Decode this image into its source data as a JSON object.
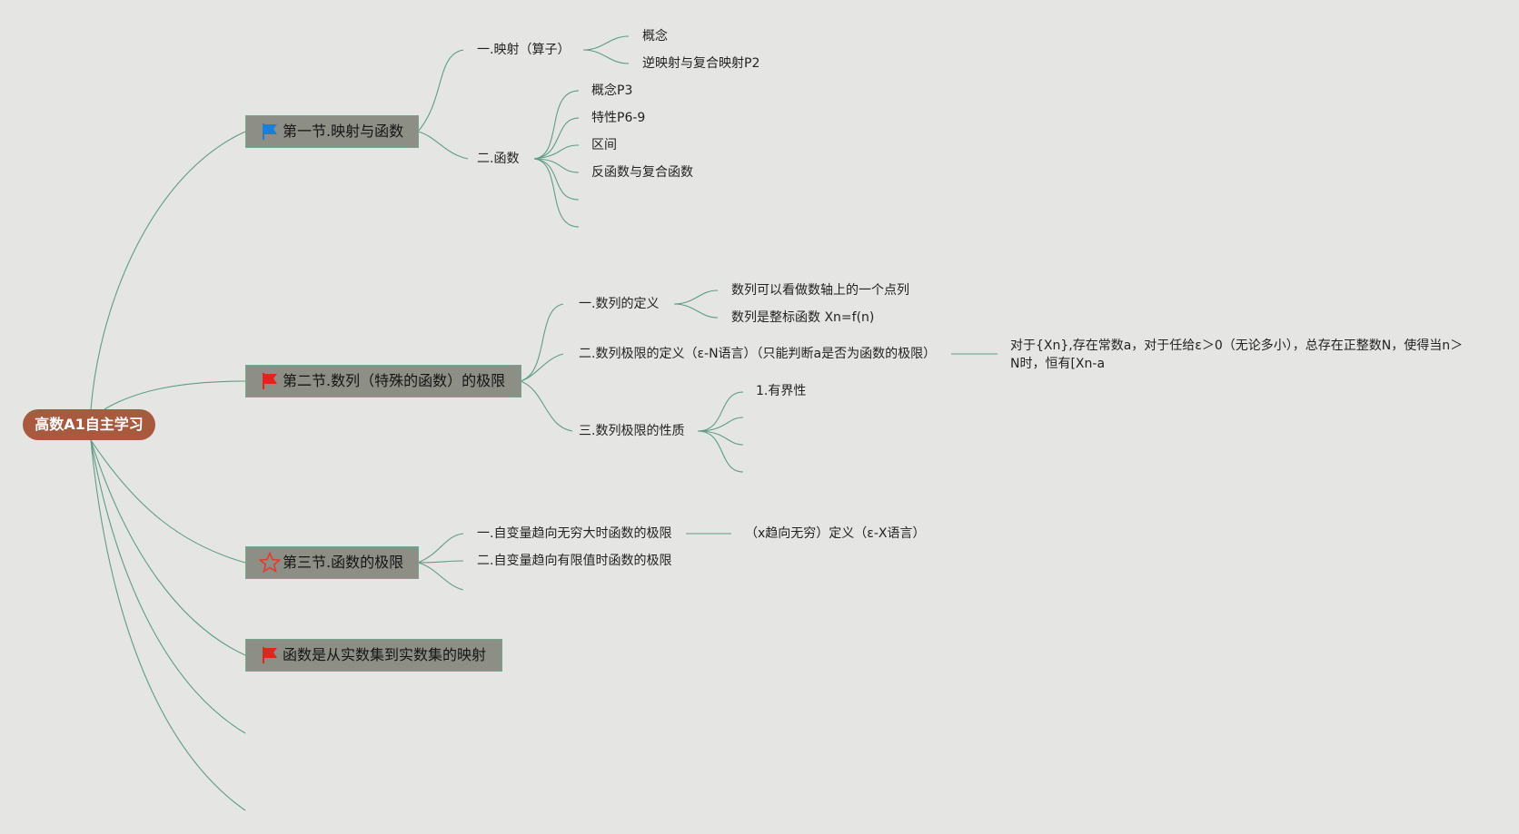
{
  "root": {
    "label": "高数A1自主学习"
  },
  "colors": {
    "background": "#e5e6e3",
    "root_fill": "#a85a3f",
    "topic_fill": "#8d8e86",
    "connector": "#5e9c86",
    "flag_blue": "#1a7fd6",
    "flag_red": "#e0261b",
    "star_red": "#e23b2e"
  },
  "topics": [
    {
      "label": "第一节.映射与函数",
      "icon": "blue-flag-icon",
      "subs": [
        {
          "label": "一.映射（算子）",
          "children": [
            "概念",
            "逆映射与复合映射P2"
          ]
        },
        {
          "label": "二.函数",
          "children": [
            "概念P3",
            "特性P6-9",
            "区间",
            "反函数与复合函数",
            "",
            ""
          ]
        }
      ]
    },
    {
      "label": "第二节.数列（特殊的函数）的极限",
      "icon": "red-flag-icon",
      "subs": [
        {
          "label": "一.数列的定义",
          "children": [
            "数列可以看做数轴上的一个点列",
            "数列是整标函数 Xn=f(n)"
          ]
        },
        {
          "label": "二.数列极限的定义（ε-N语言）（只能判断a是否为函数的极限）",
          "note": [
            "对于{Xn},存在常数a，对于任给ε＞0（无论多小），总存在正整数N，使得当n＞",
            "N时，恒有[Xn-a"
          ]
        },
        {
          "label": "三.数列极限的性质",
          "children": [
            "1.有界性",
            "",
            "",
            ""
          ]
        }
      ]
    },
    {
      "label": "第三节.函数的极限",
      "icon": "red-star-icon",
      "subs": [
        {
          "label": "一.自变量趋向无穷大时函数的极限",
          "note": [
            "（x趋向无穷）定义（ε-X语言）"
          ]
        },
        {
          "label": "二.自变量趋向有限值时函数的极限"
        }
      ]
    },
    {
      "label": "函数是从实数集到实数集的映射",
      "icon": "red-flag-icon",
      "subs": []
    }
  ]
}
